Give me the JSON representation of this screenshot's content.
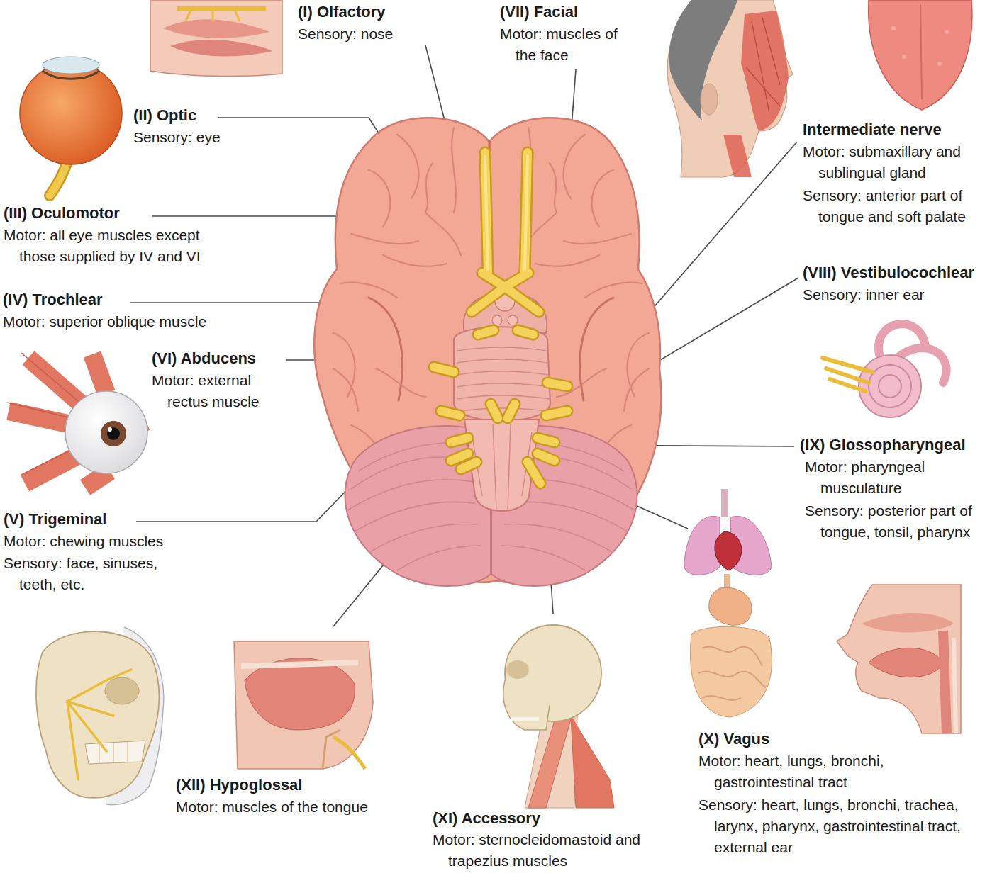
{
  "diagram": {
    "labels": [
      "(I) Olfactory",
      "Sensory: nose",
      "(VII) Facial",
      "Motor: muscles of the face",
      "(II) Optic",
      "Sensory: eye",
      "Intermediate nerve",
      "Motor: submaxillary and sublingual gland",
      "Sensory: anterior part of tongue and soft palate",
      "(III) Oculomotor",
      "Motor: all eye muscles except those supplied by IV and VI",
      "(VIII) Vestibulocochlear",
      "Sensory: inner ear",
      "(IV) Trochlear",
      "Motor: superior oblique muscle",
      "(VI) Abducens",
      "Motor: external rectus muscle",
      "(IX) Glossopharyngeal",
      "Motor: pharyngeal musculature",
      "Sensory: posterior part of tongue, tonsil, pharynx",
      "(V) Trigeminal",
      "Motor: chewing muscles",
      "Sensory: face, sinuses, teeth, etc.",
      "(XII) Hypoglossal",
      "Motor: muscles of the tongue",
      "(XI) Accessory",
      "Motor: sternocleidomastoid and trapezius muscles",
      "(X) Vagus",
      "Motor: heart, lungs, bronchi, gastrointestinal tract",
      "Sensory: heart, lungs, bronchi, trachea, larynx, pharynx, gastrointestinal tract, external ear"
    ]
  }
}
